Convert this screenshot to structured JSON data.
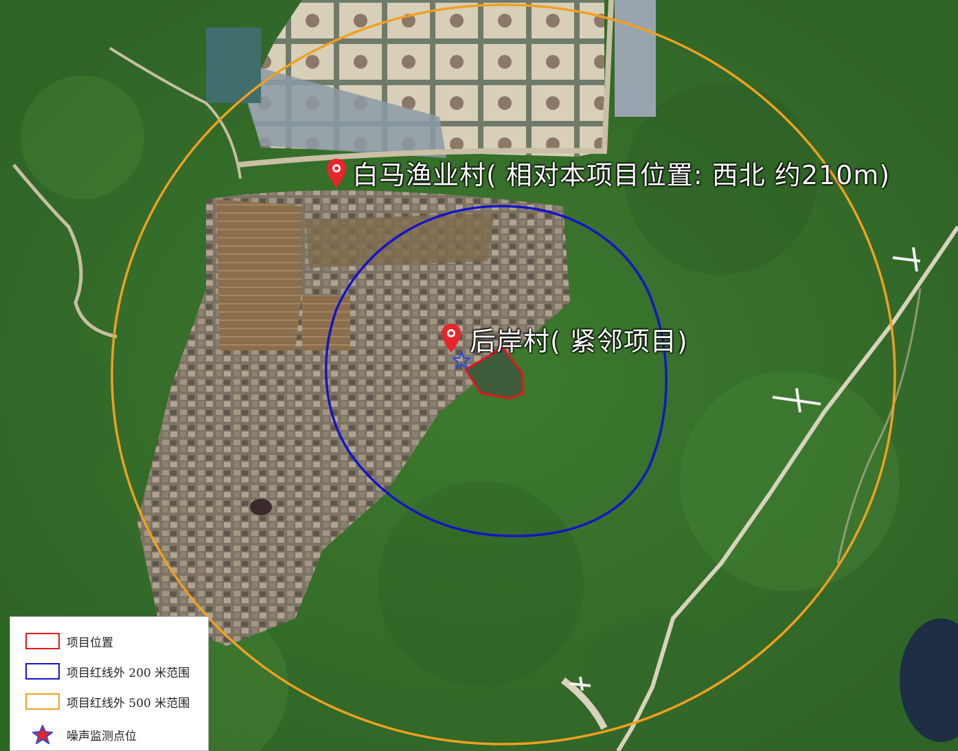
{
  "map": {
    "labels": {
      "baima": "白马渔业村( 相对本项目位置: 西北 约210m)",
      "houan": "后岸村( 紧邻项目)"
    },
    "colors": {
      "project_boundary": "#e8141e",
      "range_200m": "#1414c8",
      "range_500m": "#f0a020",
      "pin": "#e8252a",
      "noise_point": "#2a4ad8"
    }
  },
  "legend": {
    "items": [
      {
        "label": "项目位置",
        "color": "#e8141e",
        "kind": "box"
      },
      {
        "label": "项目红线外 200 米范围",
        "color": "#1414c8",
        "kind": "box"
      },
      {
        "label": "项目红线外 500 米范围",
        "color": "#f0a020",
        "kind": "box"
      },
      {
        "label": "噪声监测点位",
        "color": "#e8252a",
        "kind": "star-icon"
      }
    ]
  }
}
